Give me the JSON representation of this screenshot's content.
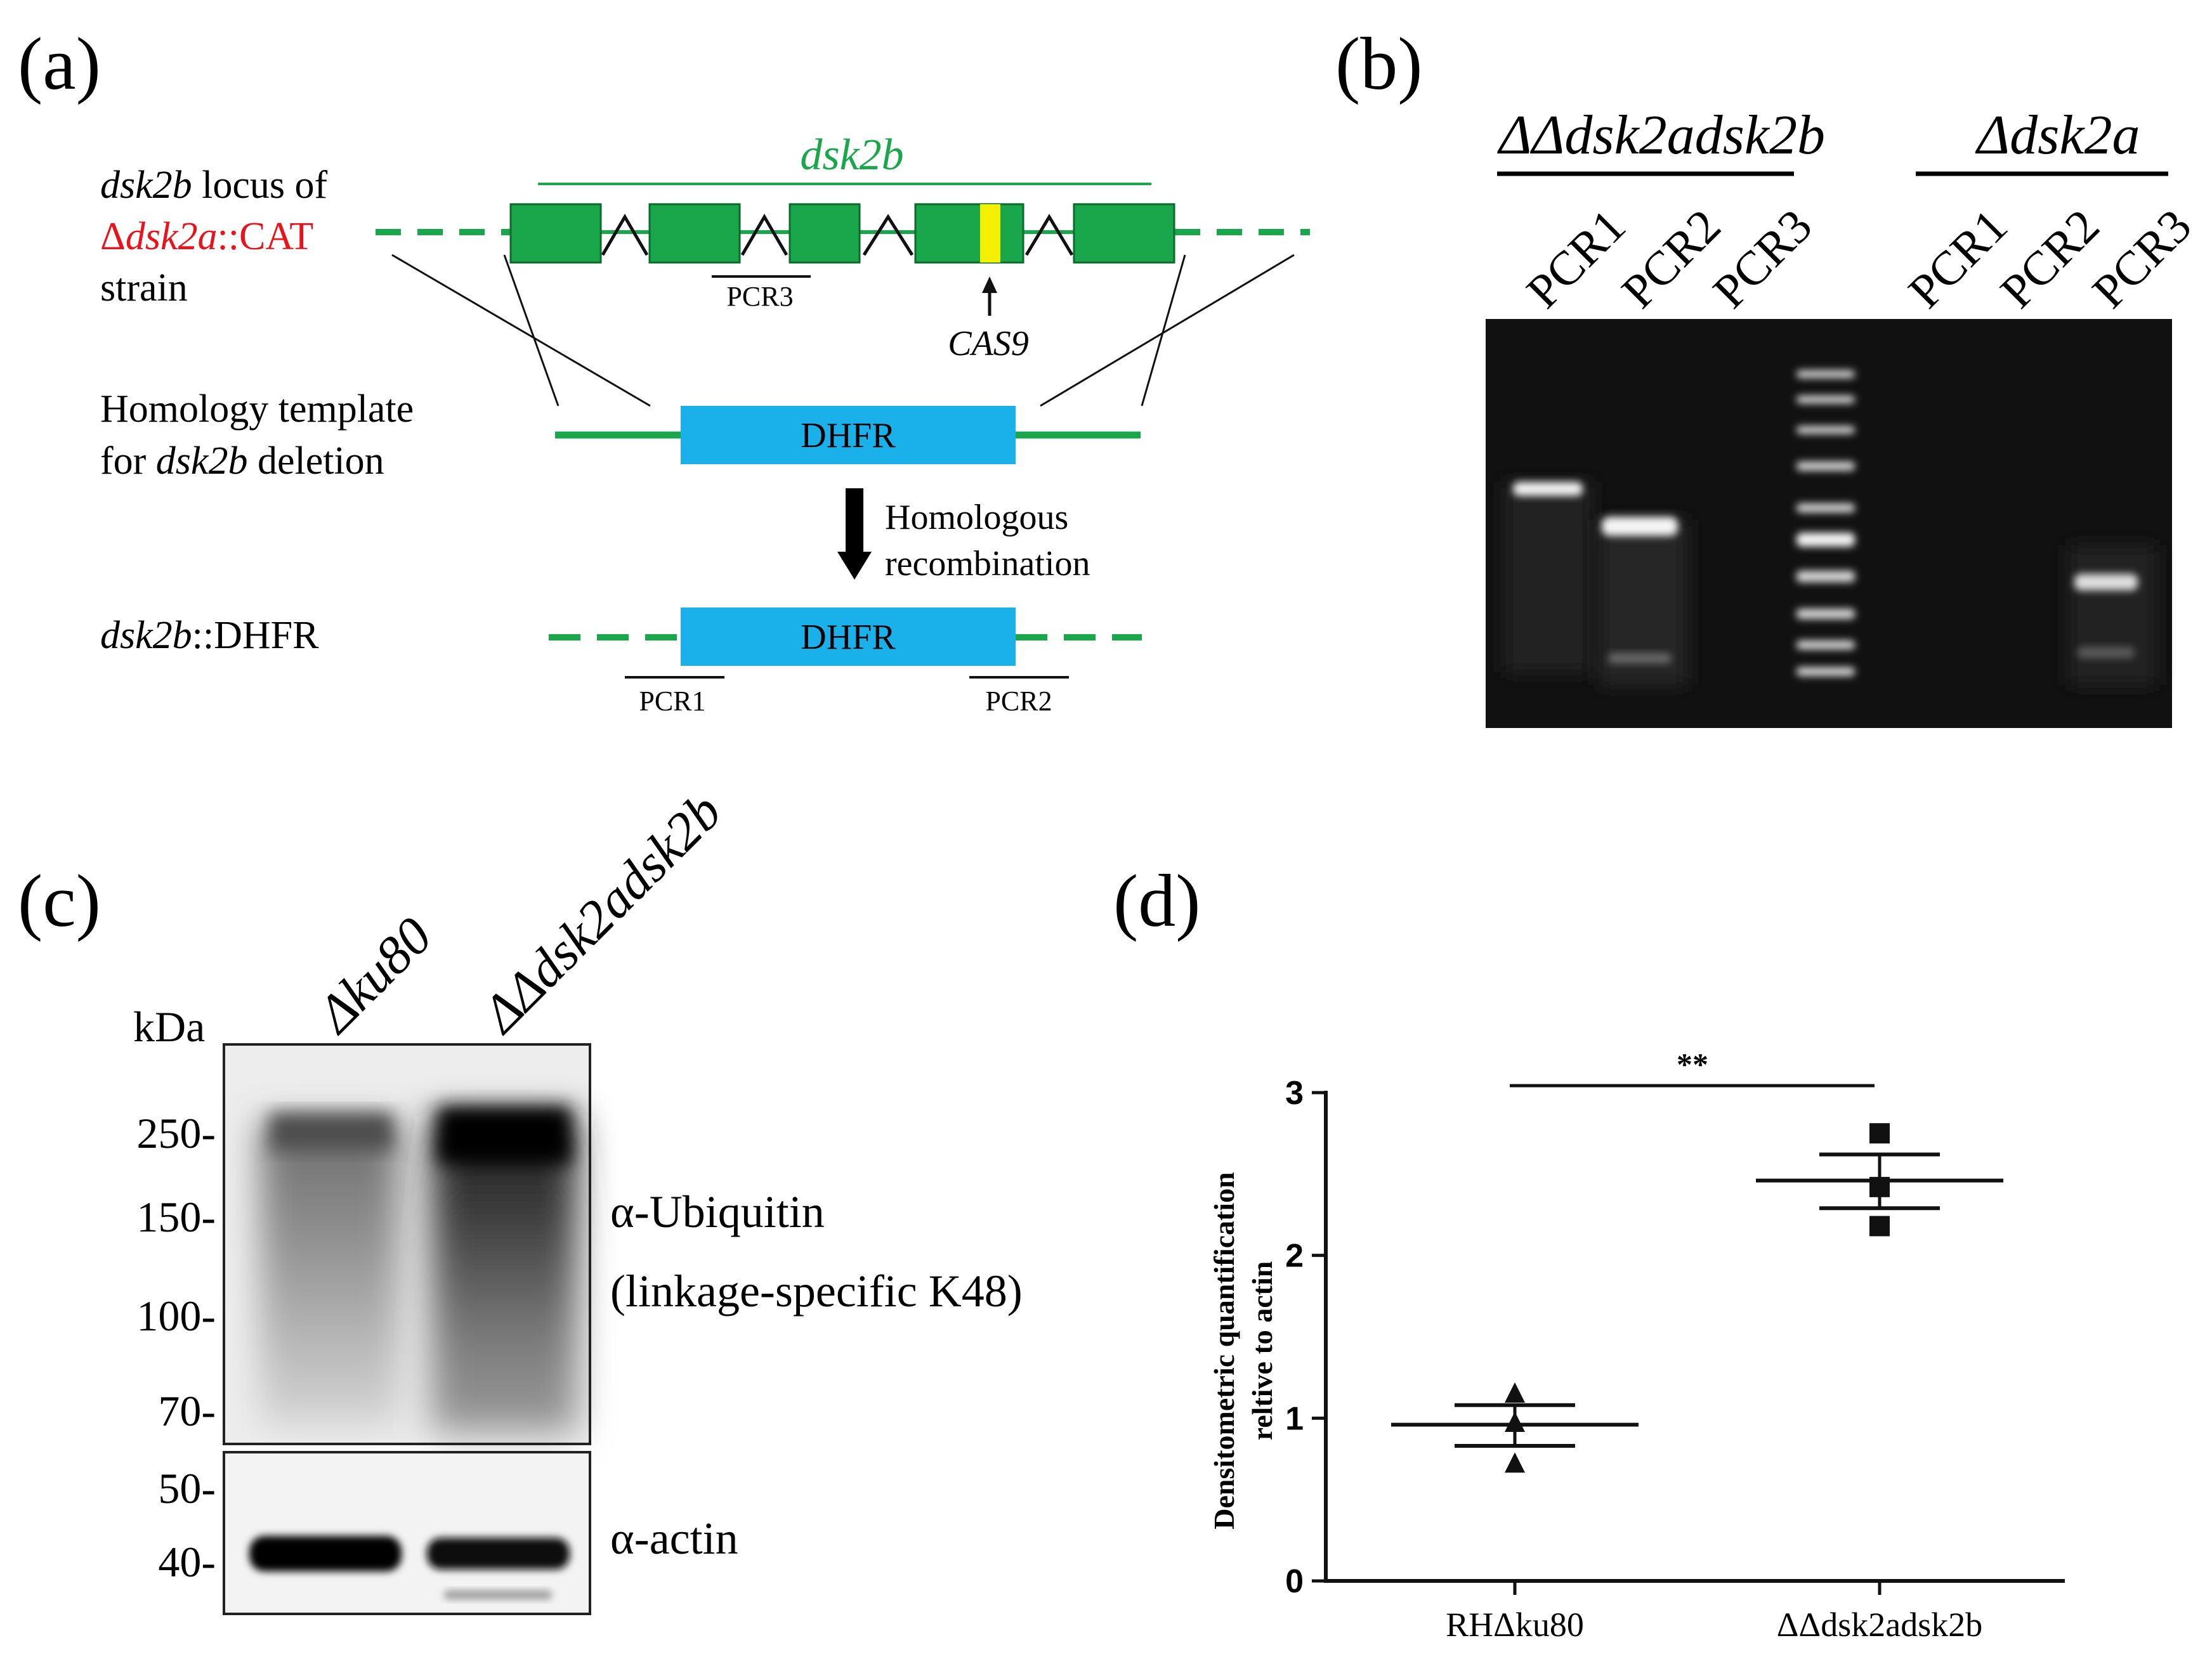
{
  "figure": {
    "panels": {
      "a": {
        "label": "(a)",
        "locus_title": "dsk2b",
        "locus_label_line1_italic": "dsk2b",
        "locus_label_line1_rest": " locus of",
        "locus_label_line2_delta": "Δ",
        "locus_label_line2_italic": "dsk2a",
        "locus_label_line2_rest": "::CAT",
        "locus_label_line3": "strain",
        "pcr3_label": "PCR3",
        "cas9_label": "CAS9",
        "template_label_line1": "Homology template",
        "template_label_line2_pre": "for ",
        "template_label_line2_italic": "dsk2b",
        "template_label_line2_post": " deletion",
        "dhfr_label": "DHFR",
        "recombination_line1": "Homologous",
        "recombination_line2": "recombination",
        "result_label_italic": "dsk2b",
        "result_label_rest": "::DHFR",
        "pcr1_label": "PCR1",
        "pcr2_label": "PCR2",
        "colors": {
          "exon": "#1aa64a",
          "dhfr": "#1ab0ea",
          "cas9_site": "#f5f000",
          "red_label": "#e8131b"
        }
      },
      "b": {
        "label": "(b)",
        "group1_title": "ΔΔdsk2adsk2b",
        "group2_title": "Δdsk2a",
        "lanes_group1": [
          "PCR1",
          "PCR2",
          "PCR3"
        ],
        "lanes_group2": [
          "PCR1",
          "PCR2",
          "PCR3"
        ]
      },
      "c": {
        "label": "(c)",
        "lane1": "Δku80",
        "lane2": "ΔΔdsk2adsk2b",
        "kda_label": "kDa",
        "markers": [
          "250-",
          "150-",
          "100-",
          "70-",
          "50-",
          "40-"
        ],
        "blot1_label_line1": "α-Ubiquitin",
        "blot1_label_line2": "(linkage-specific K48)",
        "blot2_label": "α-actin"
      },
      "d": {
        "label": "(d)",
        "significance": "**",
        "ylabel_line1": "Densitometric quantification",
        "ylabel_line2": "reltive to actin"
      }
    }
  },
  "chart_data": {
    "type": "scatter",
    "title": "",
    "xlabel": "",
    "ylabel": "Densitometric quantification reltive to actin",
    "categories": [
      "RHΔku80",
      "ΔΔdsk2adsk2b"
    ],
    "ylim": [
      0,
      3
    ],
    "yticks": [
      0,
      1,
      2,
      3
    ],
    "series": [
      {
        "name": "RHΔku80",
        "marker": "triangle",
        "values": [
          1.15,
          0.97,
          0.72
        ],
        "mean": 0.96,
        "sem_upper": 1.08,
        "sem_lower": 0.83
      },
      {
        "name": "ΔΔdsk2adsk2b",
        "marker": "square",
        "values": [
          2.75,
          2.42,
          2.18
        ],
        "mean": 2.46,
        "sem_upper": 2.62,
        "sem_lower": 2.29
      }
    ],
    "significance": "**",
    "grid": false
  }
}
